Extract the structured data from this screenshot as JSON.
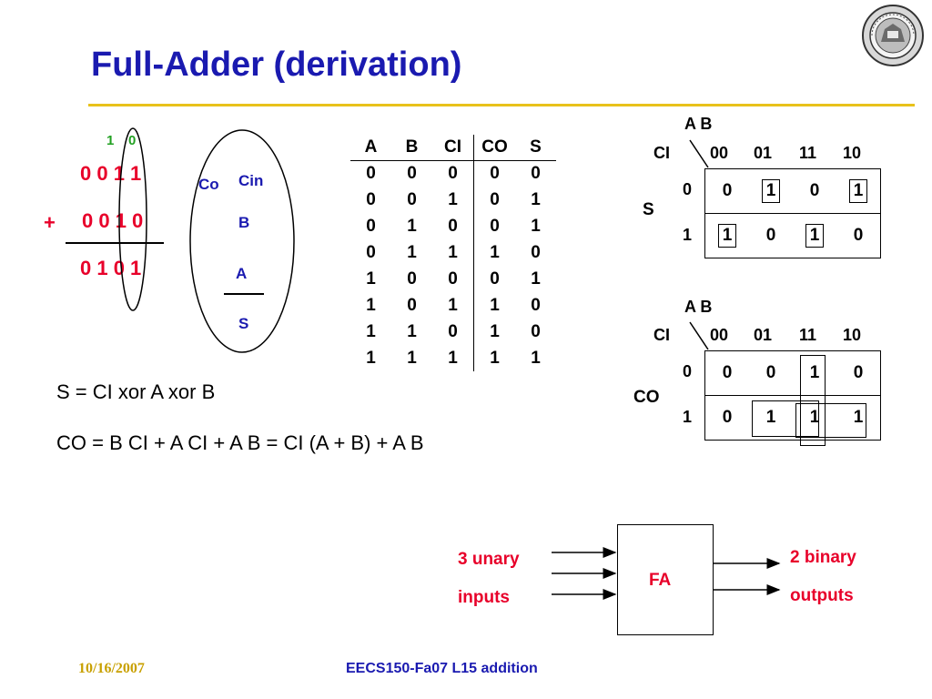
{
  "slide": {
    "title": "Full-Adder (derivation)",
    "footer_date": "10/16/2007",
    "footer_course": "EECS150-Fa07 L15 addition",
    "seal_icon": "university-seal-icon"
  },
  "addition": {
    "carries": [
      "1",
      "0"
    ],
    "row1": "0 0 1 1",
    "row2": "0 0 1 0",
    "plus": "+",
    "result": "0 1 0 1"
  },
  "column_oval": {
    "co": "Co",
    "cin": "Cin",
    "b": "B",
    "a": "A",
    "s": "S"
  },
  "truth_table": {
    "headers": [
      "A",
      "B",
      "CI",
      "CO",
      "S"
    ],
    "rows": [
      [
        "0",
        "0",
        "0",
        "0",
        "0"
      ],
      [
        "0",
        "0",
        "1",
        "0",
        "1"
      ],
      [
        "0",
        "1",
        "0",
        "0",
        "1"
      ],
      [
        "0",
        "1",
        "1",
        "1",
        "0"
      ],
      [
        "1",
        "0",
        "0",
        "0",
        "1"
      ],
      [
        "1",
        "0",
        "1",
        "1",
        "0"
      ],
      [
        "1",
        "1",
        "0",
        "1",
        "0"
      ],
      [
        "1",
        "1",
        "1",
        "1",
        "1"
      ]
    ]
  },
  "equations": {
    "s": "S = CI xor A xor B",
    "co": "CO = B CI  +  A CI  +  A B = CI (A + B) + A B"
  },
  "kmap_s": {
    "output": "S",
    "col_var": "A B",
    "row_var": "CI",
    "col_labels": [
      "00",
      "01",
      "11",
      "10"
    ],
    "row_labels": [
      "0",
      "1"
    ],
    "cells": [
      [
        "0",
        "1",
        "0",
        "1"
      ],
      [
        "1",
        "0",
        "1",
        "0"
      ]
    ]
  },
  "kmap_co": {
    "output": "CO",
    "col_var": "A B",
    "row_var": "CI",
    "col_labels": [
      "00",
      "01",
      "11",
      "10"
    ],
    "row_labels": [
      "0",
      "1"
    ],
    "cells": [
      [
        "0",
        "0",
        "1",
        "0"
      ],
      [
        "0",
        "1",
        "1",
        "1"
      ]
    ]
  },
  "fa_block": {
    "label": "FA",
    "inputs_line1": "3 unary",
    "inputs_line2": "inputs",
    "outputs_line1": "2 binary",
    "outputs_line2": "outputs"
  }
}
